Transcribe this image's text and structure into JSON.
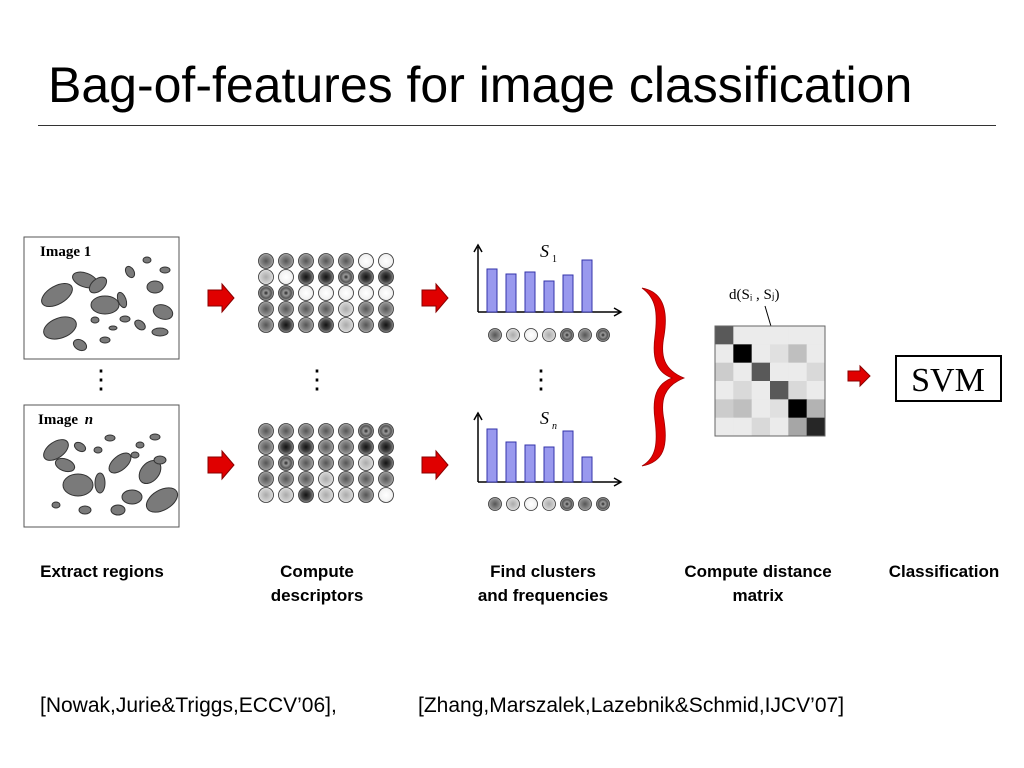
{
  "title": "Bag-of-features for image classification",
  "diagram": {
    "image1_label": "Image 1",
    "imagen_label": "Image",
    "imagen_italic": "n",
    "s1_label": "S",
    "s1_sub": "1",
    "sn_label": "S",
    "sn_sub": "n",
    "dist_label": "d(Sᵢ , Sⱼ)",
    "svm_label": "SVM",
    "ellipsis": "⋮"
  },
  "steps": [
    {
      "line1": "Extract regions",
      "line2": ""
    },
    {
      "line1": "Compute",
      "line2": "descriptors"
    },
    {
      "line1": "Find clusters",
      "line2": "and frequencies"
    },
    {
      "line1": "Compute distance",
      "line2": "matrix"
    },
    {
      "line1": "Classification",
      "line2": ""
    }
  ],
  "references": {
    "ref1": "[Nowak,Jurie&Triggs,ECCV’06],",
    "ref2": "[Zhang,Marszalek,Lazebnik&Schmid,IJCV’07]"
  },
  "colors": {
    "arrow_red": "#e00000",
    "brace_red": "#e00000",
    "bar_fill": "#9999ee",
    "bar_stroke": "#3333aa",
    "blob_fill": "#7a7a7a"
  }
}
